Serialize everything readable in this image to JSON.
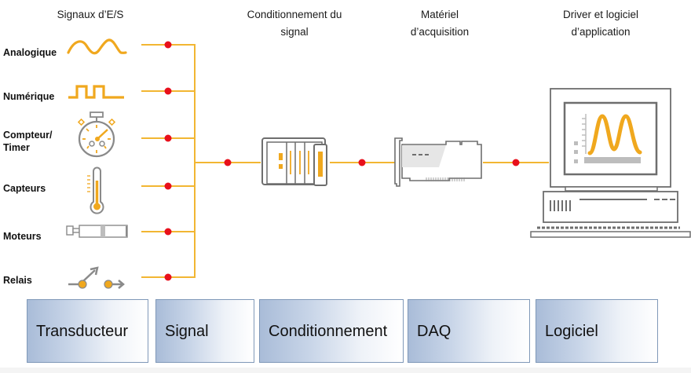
{
  "headers": {
    "io_signals": "Signaux d’E/S",
    "conditioning": [
      "Conditionnement du",
      "signal"
    ],
    "acquisition": [
      "Matériel",
      "d’acquisition"
    ],
    "software": [
      "Driver et logiciel",
      "d’application"
    ]
  },
  "signal_rows": [
    {
      "label": [
        "Analogique"
      ],
      "icon": "sine-wave-icon"
    },
    {
      "label": [
        "Numérique"
      ],
      "icon": "square-wave-icon"
    },
    {
      "label": [
        "Compteur/",
        "Timer"
      ],
      "icon": "stopwatch-icon"
    },
    {
      "label": [
        "Capteurs"
      ],
      "icon": "thermometer-icon"
    },
    {
      "label": [
        "Moteurs"
      ],
      "icon": "motor-icon"
    },
    {
      "label": [
        "Relais"
      ],
      "icon": "relay-switch-icon"
    }
  ],
  "devices": [
    {
      "name": "signal-conditioning-module",
      "icon": "conditioning-module-icon"
    },
    {
      "name": "daq-card",
      "icon": "daq-card-icon"
    },
    {
      "name": "computer",
      "icon": "computer-icon"
    }
  ],
  "stages": [
    {
      "label": "Transducteur"
    },
    {
      "label": "Signal"
    },
    {
      "label": "Conditionnement"
    },
    {
      "label": "DAQ"
    },
    {
      "label": "Logiciel"
    }
  ],
  "colors": {
    "wire": "#f2b632",
    "node": "#e8101b",
    "icon_orange": "#f0a81e",
    "icon_gray": "#8a8a8a",
    "stage_border": "#7f98b8",
    "stage_gradient_start": "#a9bcd8"
  }
}
